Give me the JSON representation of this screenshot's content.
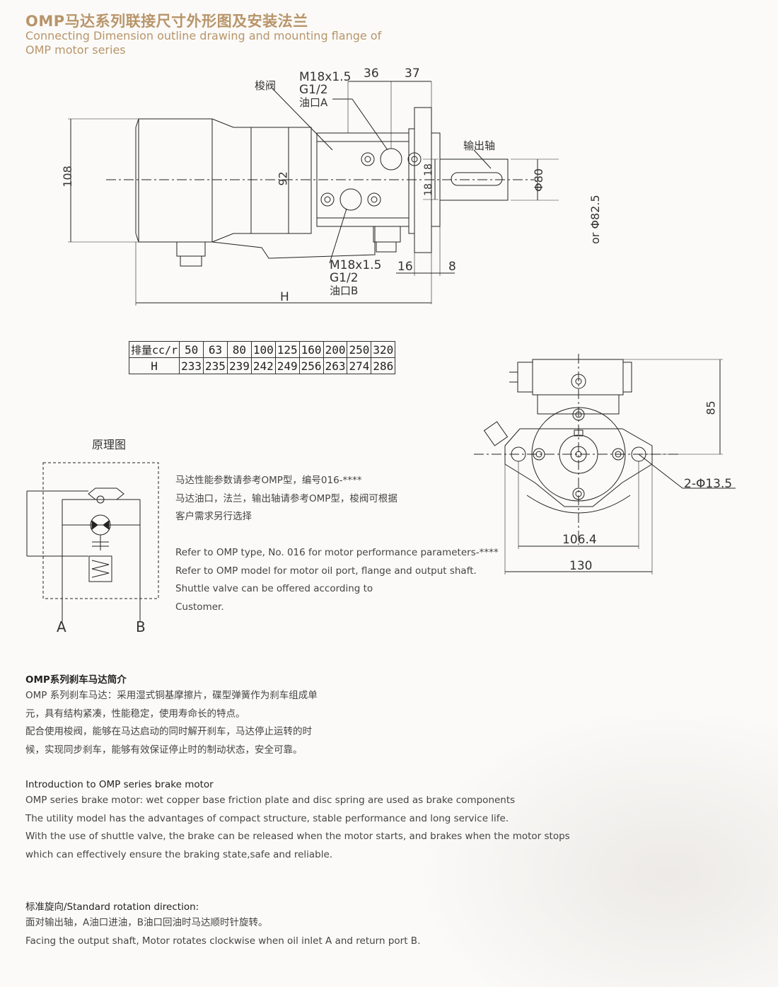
{
  "header": {
    "title_cn": "OMP马达系列联接尺寸外形图及安装法兰",
    "title_en_line1": "Connecting Dimension outline drawing and mounting flange of",
    "title_en_line2": "OMP  motor series"
  },
  "drawing": {
    "shuttle_valve": "梭阀",
    "port_a_thread": "M18x1.5",
    "port_a_g": "G1/2",
    "port_a": "油口A",
    "port_b_thread": "M18x1.5",
    "port_b_g": "G1/2",
    "port_b": "油口B",
    "output_shaft": "输出轴",
    "dim_36": "36",
    "dim_37": "37",
    "dim_108": "108",
    "dim_92": "92",
    "dim_18a": "18",
    "dim_18b": "18",
    "dim_phi80": "Φ80",
    "dim_phi825": "or Φ82.5",
    "dim_16": "16",
    "dim_8": "8",
    "dim_h": "H"
  },
  "table": {
    "row1_label": "排量cc/r",
    "row2_label": "H",
    "displacements": [
      "50",
      "63",
      "80",
      "100",
      "125",
      "160",
      "200",
      "250",
      "320"
    ],
    "h_values": [
      "233",
      "235",
      "239",
      "242",
      "249",
      "256",
      "263",
      "274",
      "286"
    ]
  },
  "flange": {
    "dim_85": "85",
    "dim_holes": "2-Φ13.5",
    "dim_1064": "106.4",
    "dim_130": "130"
  },
  "schematic": {
    "title": "原理图",
    "port_a": "A",
    "port_b": "B"
  },
  "notes": {
    "cn_1": "马达性能参数请参考OMP型，编号016-****",
    "cn_2": "马达油口，法兰，输出轴请参考OMP型，梭阀可根据",
    "cn_3": "客户需求另行选择",
    "en_1": "Refer to OMP type, No. 016 for motor performance parameters-****",
    "en_2": "Refer to OMP model for motor oil port, flange and output shaft.",
    "en_3": "Shuttle valve can be offered according to",
    "en_4": "Customer."
  },
  "intro_cn": {
    "heading": "OMP系列刹车马达简介",
    "lines": [
      "OMP 系列刹车马达：采用湿式铜基摩擦片，碟型弹簧作为刹车组成单",
      "元，具有结构紧凑，性能稳定，使用寿命长的特点。",
      "配合使用梭阀，能够在马达启动的同时解开刹车，马达停止运转的时",
      "候，实现同步刹车，能够有效保证停止时的制动状态，安全可靠。"
    ]
  },
  "intro_en": {
    "heading": "Introduction to OMP series brake motor",
    "lines": [
      "OMP series brake motor: wet copper base friction plate and disc spring are used as brake components",
      "The utility model has the advantages of compact structure, stable performance and long service life.",
      "With the use of shuttle valve, the brake can be released when the motor starts, and brakes when the motor stops",
      "which can effectively ensure the braking state,safe and reliable."
    ]
  },
  "rotation": {
    "heading": "标准旋向/Standard rotation direction:",
    "line_cn": "面对输出轴，A油口进油，B油口回油时马达顺时针旋转。",
    "line_en": "Facing the output shaft, Motor rotates clockwise when oil inlet A and return port B."
  }
}
